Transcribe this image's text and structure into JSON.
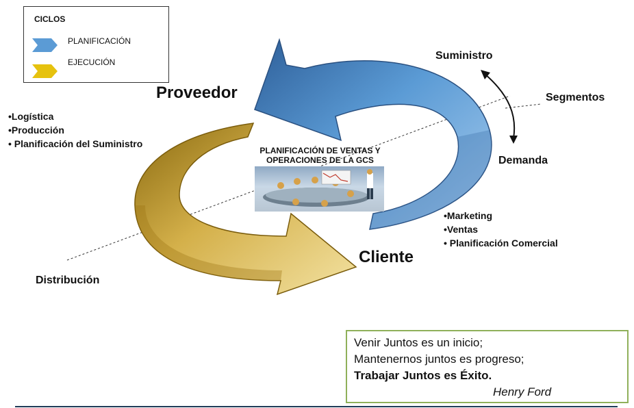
{
  "legend": {
    "title": "CICLOS",
    "items": [
      {
        "label": "PLANIFICACIÓN",
        "color": "#5b9bd5"
      },
      {
        "label": "EJECUCIÓN",
        "color": "#e6c20e"
      }
    ]
  },
  "diagram": {
    "center_title_line1": "PLANIFICACIÓN DE VENTAS Y",
    "center_title_line2": "OPERACIONES DE LA GCS",
    "proveedor": "Proveedor",
    "cliente": "Cliente",
    "suministro": "Suministro",
    "segmentos": "Segmentos",
    "demanda": "Demanda",
    "distribucion": "Distribución",
    "left_bullets": [
      "•Logística",
      "•Producción",
      "• Planificación del Suministro"
    ],
    "right_bullets": [
      "•Marketing",
      "•Ventas",
      "• Planificación Comercial"
    ],
    "colors": {
      "planning": "#4f86c6",
      "execution": "#c99a1e"
    }
  },
  "quote": {
    "line1": "Venir Juntos es un inicio;",
    "line2": "Mantenernos juntos es progreso;",
    "line3": "Trabajar Juntos es Éxito.",
    "author": "Henry Ford"
  }
}
